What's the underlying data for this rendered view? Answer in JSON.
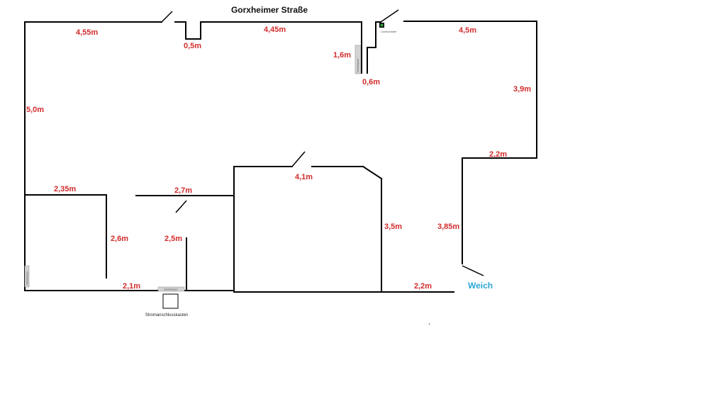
{
  "title": "Gorxheimer Straße",
  "annotation_weich": "Weich",
  "box_label": "Stromanschlusskasten",
  "switch_label": "Lichtschalter",
  "radiator_label": "Heizkörper",
  "colors": {
    "walls": "#000000",
    "dimensions": "#d22b2b",
    "weich": "#2aa7d6"
  },
  "dimensions": {
    "d_455": "4,55m",
    "d_05": "0,5m",
    "d_445": "4,45m",
    "d_16": "1,6m",
    "d_06": "0,6m",
    "d_45": "4,5m",
    "d_39": "3,9m",
    "d_50": "5,0m",
    "d_22_top": "2,2m",
    "d_41": "4,1m",
    "d_235": "2,35m",
    "d_27": "2,7m",
    "d_26": "2,6m",
    "d_25": "2,5m",
    "d_35": "3,5m",
    "d_385": "3,85m",
    "d_21": "2,1m",
    "d_22_bottom": "2,2m"
  }
}
